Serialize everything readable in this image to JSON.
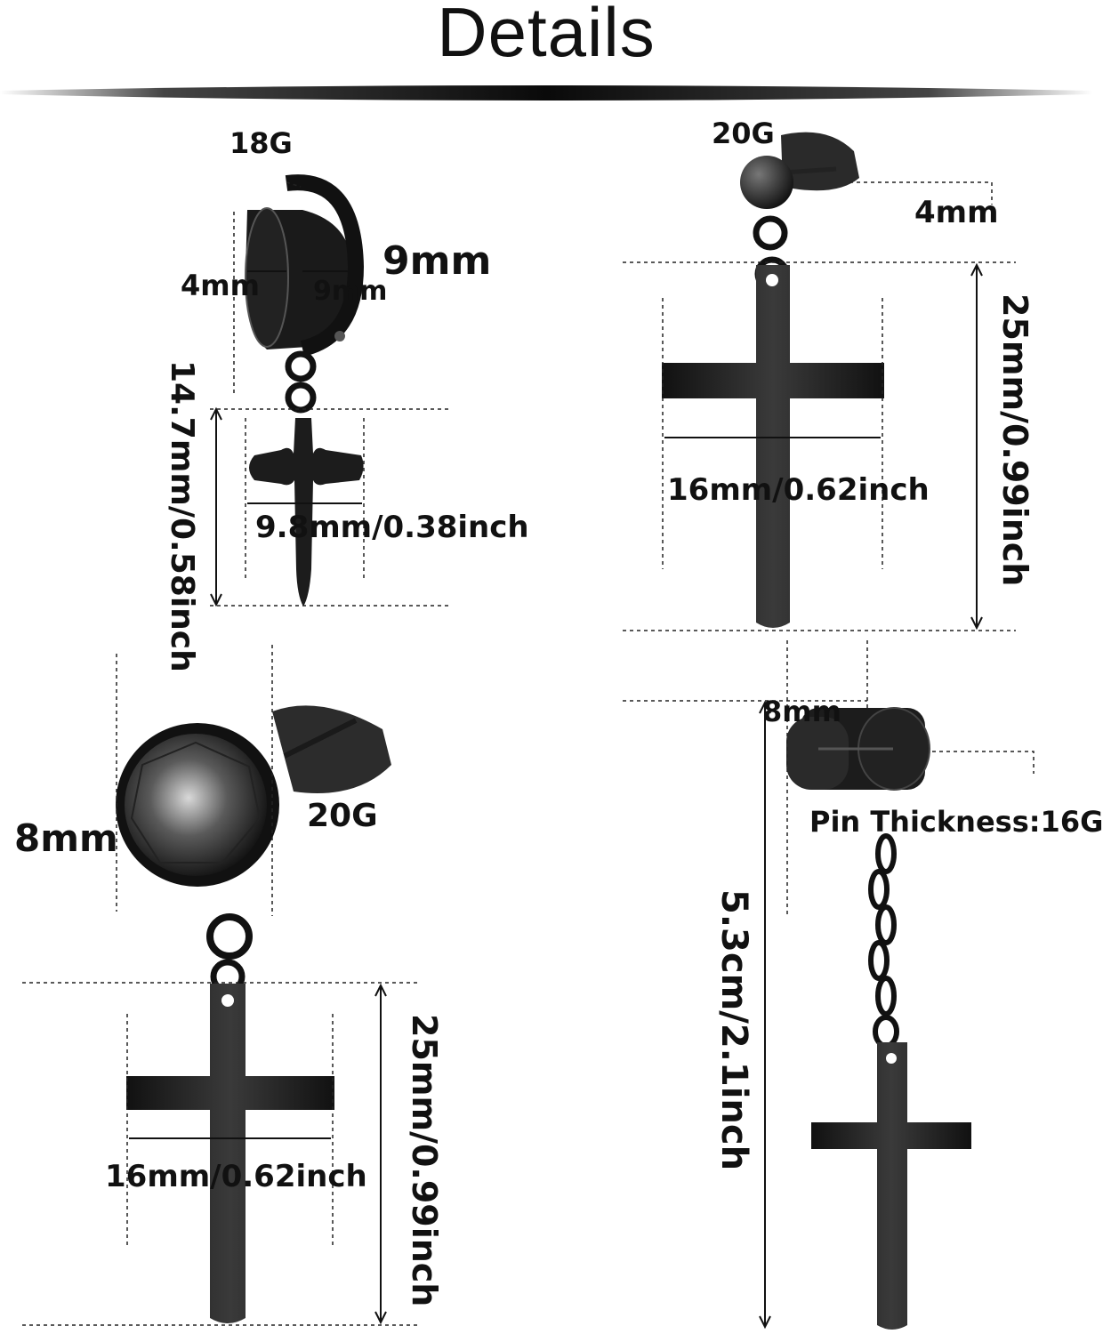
{
  "title": "Details",
  "colors": {
    "metal": "#1c1c1c",
    "highlight": "#6e6e6e",
    "dim_line": "#222222",
    "background": "#ffffff"
  },
  "labels": {
    "hoop_gauge": "18G",
    "hoop_outer": "9mm",
    "hoop_inner": "9mm",
    "hoop_width": "4mm",
    "small_cross_height": "14.7mm/0.58inch",
    "small_cross_width": "9.8mm/0.38inch",
    "ball_gauge": "20G",
    "ball_size": "4mm",
    "cross_a_height": "25mm/0.99inch",
    "cross_a_width": "16mm/0.62inch",
    "gem_size": "8mm",
    "gem_gauge": "20G",
    "cross_b_width": "16mm/0.62inch",
    "cross_b_height": "25mm/0.99inch",
    "plug_size": "8mm",
    "plug_pin": "Pin Thickness:16G",
    "chain_total": "5.3cm/2.1inch"
  }
}
